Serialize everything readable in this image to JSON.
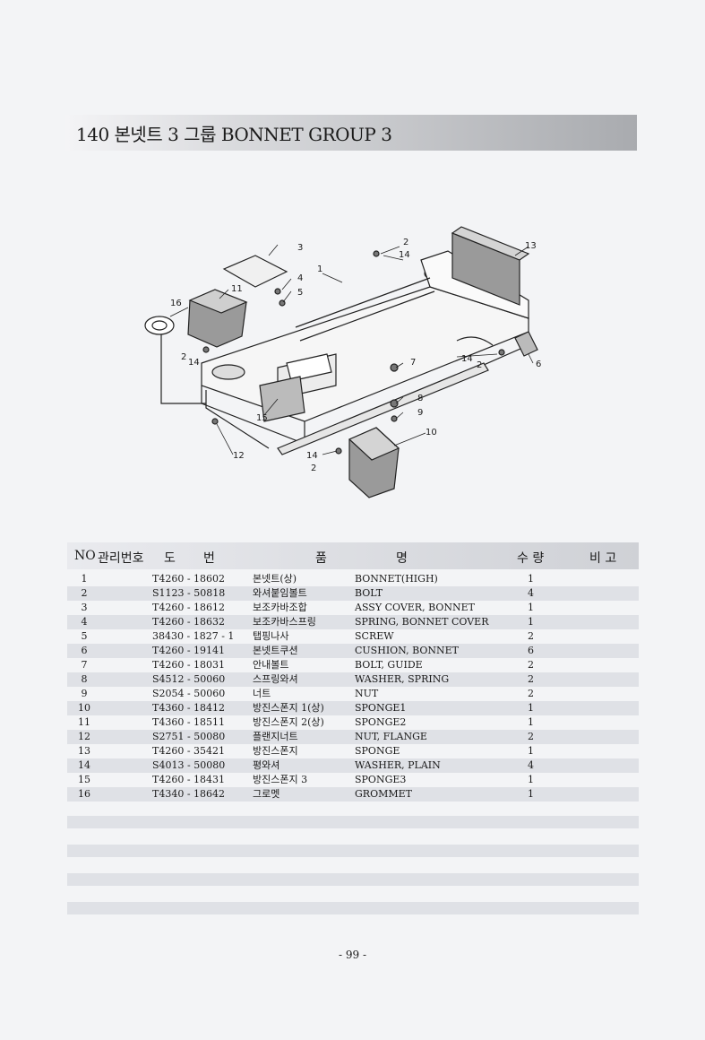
{
  "title": "140  본넷트 3 그룹 BONNET GROUP 3",
  "table": {
    "headers": {
      "no": "NO",
      "mgmt": "관리번호",
      "part_a": "도",
      "part_b": "번",
      "name_a": "품",
      "name_b": "명",
      "qty": "수 량",
      "remark": "비 고"
    },
    "rows": [
      {
        "no": "1",
        "part": "T4260 - 18602",
        "ko": "본넷트(상)",
        "en": "BONNET(HIGH)",
        "qty": "1"
      },
      {
        "no": "2",
        "part": "S1123 - 50818",
        "ko": "와셔붙임볼트",
        "en": "BOLT",
        "qty": "4"
      },
      {
        "no": "3",
        "part": "T4260 - 18612",
        "ko": "보조카바조합",
        "en": "ASSY COVER, BONNET",
        "qty": "1"
      },
      {
        "no": "4",
        "part": "T4260 - 18632",
        "ko": "보조카바스프링",
        "en": "SPRING, BONNET COVER",
        "qty": "1"
      },
      {
        "no": "5",
        "part": "38430 - 1827 - 1",
        "ko": "탭핑나사",
        "en": "SCREW",
        "qty": "2"
      },
      {
        "no": "6",
        "part": "T4260 - 19141",
        "ko": "본넷트쿠션",
        "en": "CUSHION, BONNET",
        "qty": "6"
      },
      {
        "no": "7",
        "part": "T4260 - 18031",
        "ko": "안내볼트",
        "en": "BOLT, GUIDE",
        "qty": "2"
      },
      {
        "no": "8",
        "part": "S4512 - 50060",
        "ko": "스프링와셔",
        "en": "WASHER, SPRING",
        "qty": "2"
      },
      {
        "no": "9",
        "part": "S2054 - 50060",
        "ko": "너트",
        "en": "NUT",
        "qty": "2"
      },
      {
        "no": "10",
        "part": "T4360 - 18412",
        "ko": "방진스폰지 1(상)",
        "en": "SPONGE1",
        "qty": "1"
      },
      {
        "no": "11",
        "part": "T4360 - 18511",
        "ko": "방진스폰지 2(상)",
        "en": "SPONGE2",
        "qty": "1"
      },
      {
        "no": "12",
        "part": "S2751 - 50080",
        "ko": "플랜지너트",
        "en": "NUT, FLANGE",
        "qty": "2"
      },
      {
        "no": "13",
        "part": "T4260 - 35421",
        "ko": "방진스폰지",
        "en": "SPONGE",
        "qty": "1"
      },
      {
        "no": "14",
        "part": "S4013 - 50080",
        "ko": "평와셔",
        "en": "WASHER, PLAIN",
        "qty": "4"
      },
      {
        "no": "15",
        "part": "T4260 - 18431",
        "ko": "방진스폰지 3",
        "en": "SPONGE3",
        "qty": "1"
      },
      {
        "no": "16",
        "part": "T4340 - 18642",
        "ko": "그로멧",
        "en": "GROMMET",
        "qty": "1"
      }
    ]
  },
  "diagram": {
    "callouts": {
      "c1": "1",
      "c2a": "2",
      "c2b": "2",
      "c2c": "2",
      "c2d": "2",
      "c3": "3",
      "c4": "4",
      "c5": "5",
      "c6": "6",
      "c7": "7",
      "c8": "8",
      "c9": "9",
      "c10": "10",
      "c11": "11",
      "c12": "12",
      "c13": "13",
      "c14a": "14",
      "c14b": "14",
      "c14c": "14",
      "c14d": "14",
      "c15": "15",
      "c16": "16"
    }
  },
  "page_number": "- 99 -"
}
